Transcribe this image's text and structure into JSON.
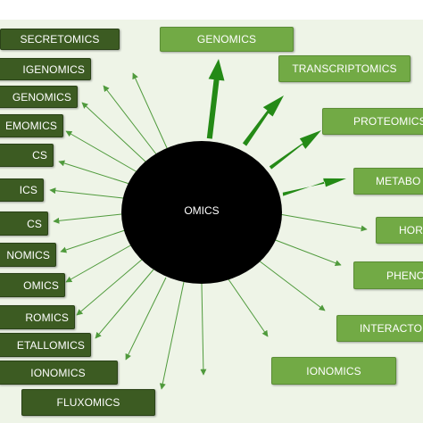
{
  "center": {
    "label": "OMICS"
  },
  "colors": {
    "dark_box": "#3c5b22",
    "light_box": "#72aa45",
    "arrow": "#248a16",
    "hub": "#000000",
    "panel": "#eef4e7"
  },
  "left_nodes": [
    "SECRETOMICS",
    "IGENOMICS",
    "GENOMICS",
    "EMOMICS",
    "CS",
    "ICS",
    "CS",
    "NOMICS",
    "OMICS",
    "ROMICS",
    "ETALLOMICS",
    "IONOMICS",
    "FLUXOMICS"
  ],
  "right_nodes": [
    "GENOMICS",
    "TRANSCRIPTOMICS",
    "PROTEOMICS",
    "METABO",
    "HOR",
    "PHENO",
    "INTERACTO",
    "IONOMICS"
  ]
}
